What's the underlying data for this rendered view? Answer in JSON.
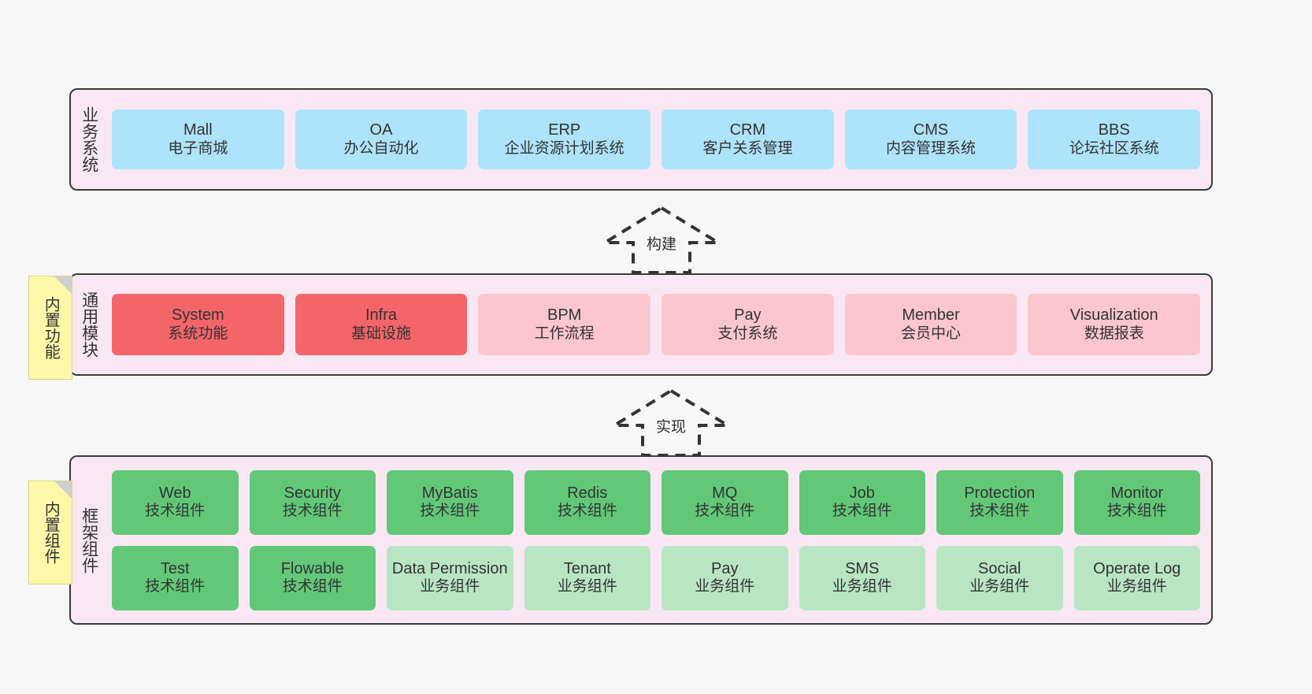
{
  "diagram": {
    "background_color": "#f7f7f7",
    "layer_fill": "#f9e8f4",
    "layer_border": "#3a3a3a"
  },
  "notes": [
    {
      "name": "builtin-features",
      "text": "内置功能",
      "color": "#fcf8a8"
    },
    {
      "name": "builtin-components",
      "text": "内置组件",
      "color": "#fcf8a8"
    }
  ],
  "arrows": [
    {
      "name": "build-arrow",
      "label": "构建",
      "style": "dashed-hollow-up"
    },
    {
      "name": "implement-arrow",
      "label": "实现",
      "style": "dashed-hollow-up"
    }
  ],
  "layers": [
    {
      "id": "business",
      "label": "业务系统",
      "accent": "#ade3fb",
      "rows": [
        {
          "cards": [
            {
              "title": "Mall",
              "subtitle": "电子商城",
              "color": "#ade3fb"
            },
            {
              "title": "OA",
              "subtitle": "办公自动化",
              "color": "#ade3fb"
            },
            {
              "title": "ERP",
              "subtitle": "企业资源计划系统",
              "color": "#ade3fb"
            },
            {
              "title": "CRM",
              "subtitle": "客户关系管理",
              "color": "#ade3fb"
            },
            {
              "title": "CMS",
              "subtitle": "内容管理系统",
              "color": "#ade3fb"
            },
            {
              "title": "BBS",
              "subtitle": "论坛社区系统",
              "color": "#ade3fb"
            }
          ]
        }
      ]
    },
    {
      "id": "modules",
      "label": "通用模块",
      "accent": "#f4656a",
      "rows": [
        {
          "cards": [
            {
              "title": "System",
              "subtitle": "系统功能",
              "color": "#f4656a"
            },
            {
              "title": "Infra",
              "subtitle": "基础设施",
              "color": "#f4656a"
            },
            {
              "title": "BPM",
              "subtitle": "工作流程",
              "color": "#fbc6cd"
            },
            {
              "title": "Pay",
              "subtitle": "支付系统",
              "color": "#fbc6cd"
            },
            {
              "title": "Member",
              "subtitle": "会员中心",
              "color": "#fbc6cd"
            },
            {
              "title": "Visualization",
              "subtitle": "数据报表",
              "color": "#fbc6cd"
            }
          ]
        }
      ]
    },
    {
      "id": "framework",
      "label": "框架组件",
      "accent": "#62c878",
      "rows": [
        {
          "cards": [
            {
              "title": "Web",
              "subtitle": "技术组件",
              "color": "#62c878"
            },
            {
              "title": "Security",
              "subtitle": "技术组件",
              "color": "#62c878"
            },
            {
              "title": "MyBatis",
              "subtitle": "技术组件",
              "color": "#62c878"
            },
            {
              "title": "Redis",
              "subtitle": "技术组件",
              "color": "#62c878"
            },
            {
              "title": "MQ",
              "subtitle": "技术组件",
              "color": "#62c878"
            },
            {
              "title": "Job",
              "subtitle": "技术组件",
              "color": "#62c878"
            },
            {
              "title": "Protection",
              "subtitle": "技术组件",
              "color": "#62c878"
            },
            {
              "title": "Monitor",
              "subtitle": "技术组件",
              "color": "#62c878"
            }
          ]
        },
        {
          "cards": [
            {
              "title": "Test",
              "subtitle": "技术组件",
              "color": "#62c878"
            },
            {
              "title": "Flowable",
              "subtitle": "技术组件",
              "color": "#62c878"
            },
            {
              "title": "Data Permission",
              "subtitle": "业务组件",
              "color": "#b8e6c3"
            },
            {
              "title": "Tenant",
              "subtitle": "业务组件",
              "color": "#b8e6c3"
            },
            {
              "title": "Pay",
              "subtitle": "业务组件",
              "color": "#b8e6c3"
            },
            {
              "title": "SMS",
              "subtitle": "业务组件",
              "color": "#b8e6c3"
            },
            {
              "title": "Social",
              "subtitle": "业务组件",
              "color": "#b8e6c3"
            },
            {
              "title": "Operate Log",
              "subtitle": "业务组件",
              "color": "#b8e6c3"
            }
          ]
        }
      ]
    }
  ]
}
